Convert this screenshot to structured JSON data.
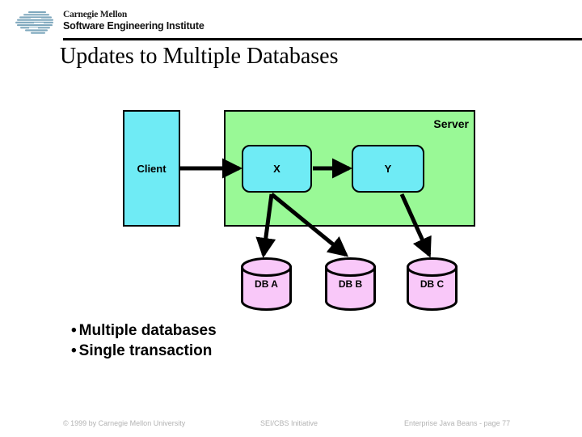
{
  "header": {
    "logo": {
      "mark_name": "sei-swoosh-logo",
      "line1": "Carnegie Mellon",
      "line2": "Software Engineering Institute"
    }
  },
  "title": "Updates to Multiple Databases",
  "diagram": {
    "client": {
      "label": "Client"
    },
    "server": {
      "label": "Server"
    },
    "components": [
      {
        "id": "x",
        "label": "X"
      },
      {
        "id": "y",
        "label": "Y"
      }
    ],
    "databases": [
      {
        "id": "db-a",
        "label": "DB A"
      },
      {
        "id": "db-b",
        "label": "DB B"
      },
      {
        "id": "db-c",
        "label": "DB C"
      }
    ],
    "connections": [
      {
        "from": "Client",
        "to": "X"
      },
      {
        "from": "X",
        "to": "Y"
      },
      {
        "from": "X",
        "to": "DB A"
      },
      {
        "from": "X",
        "to": "DB B"
      },
      {
        "from": "Y",
        "to": "DB C"
      }
    ]
  },
  "bullets": [
    {
      "marker": "•",
      "text": "Multiple databases"
    },
    {
      "marker": "•",
      "text": "Single transaction"
    }
  ],
  "footer": {
    "left": "© 1999 by Carnegie Mellon University",
    "center": "SEI/CBS Initiative",
    "right": "Enterprise Java Beans - page 77"
  },
  "colors": {
    "cyan_fill": "#6FEBF5",
    "green_fill": "#99F996",
    "pink_fill": "#F9C8F9",
    "stroke": "#000000",
    "footer_text": "#b3b3b3"
  }
}
